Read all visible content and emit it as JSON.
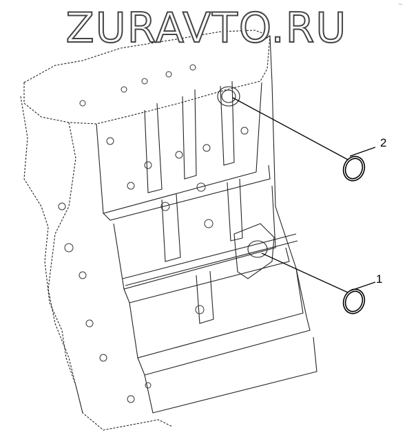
{
  "watermark": "ZURAVTO.RU",
  "corner_mark": "~",
  "callouts": [
    {
      "id": "1",
      "label": "1"
    },
    {
      "id": "2",
      "label": "2"
    }
  ],
  "colors": {
    "line": "#222222",
    "dashed": "#555555",
    "background": "#ffffff"
  }
}
